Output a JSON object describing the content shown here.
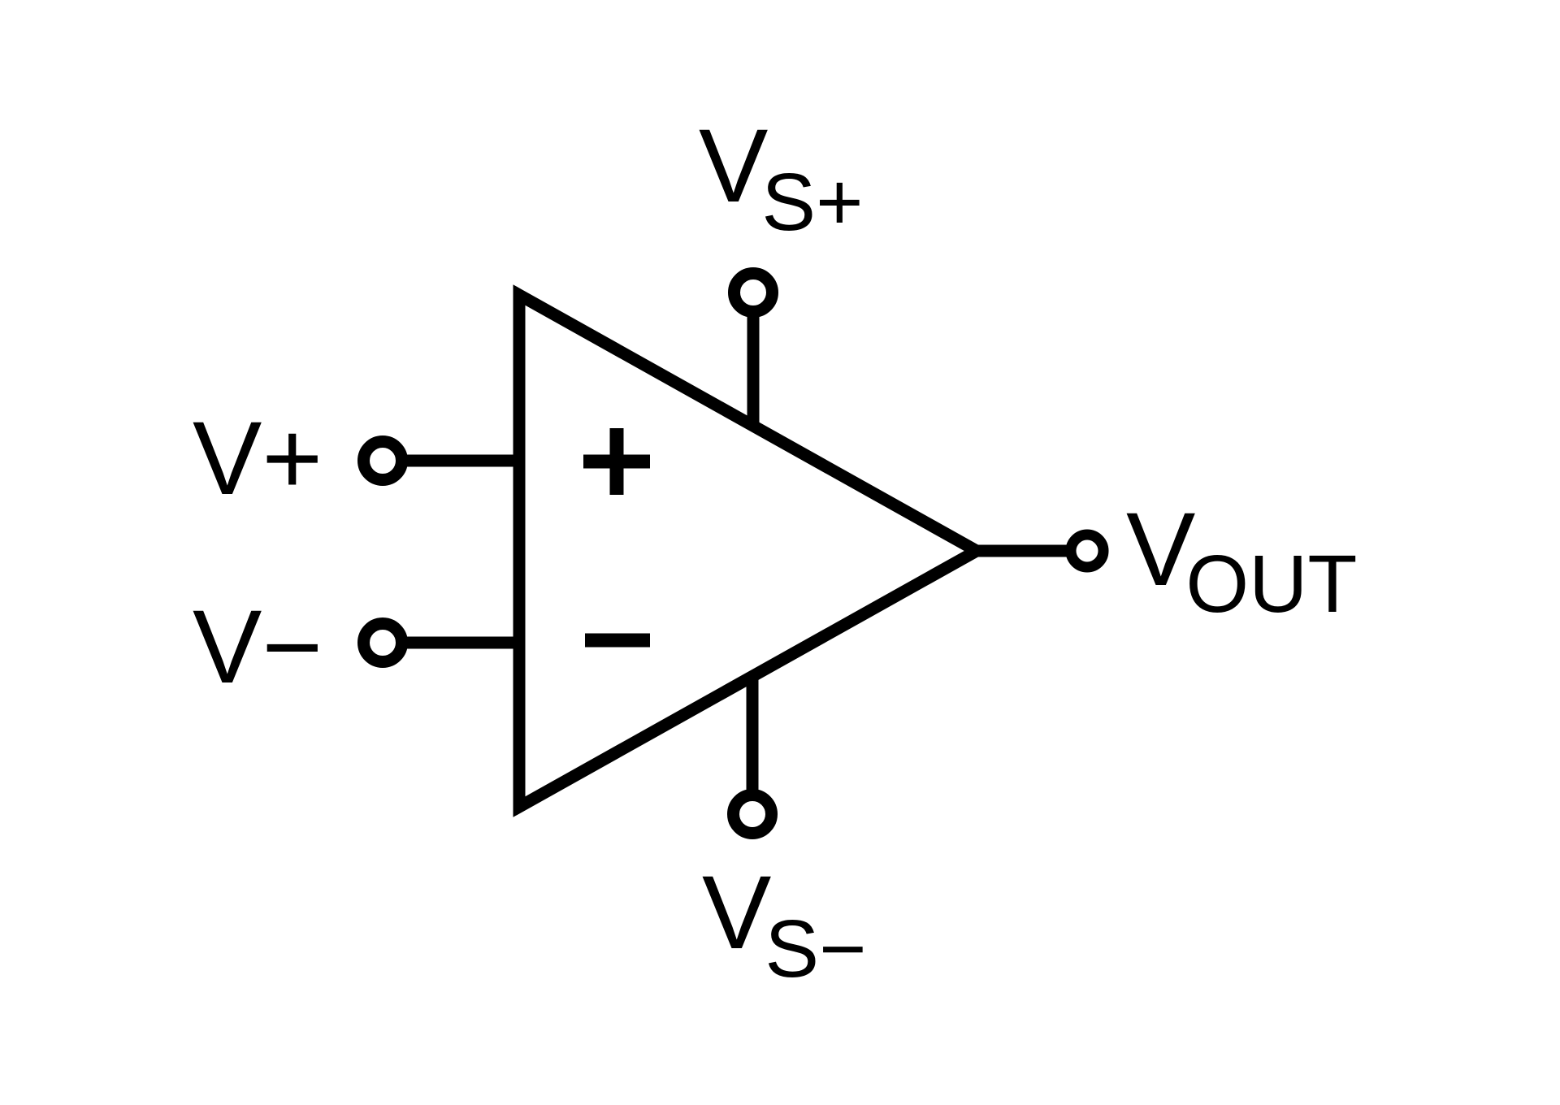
{
  "colors": {
    "ink": "#000000",
    "background": "#ffffff"
  },
  "diagram": {
    "kind": "operational-amplifier-symbol",
    "labels": {
      "noninverting_input": "V+",
      "inverting_input": "V−",
      "positive_supply": {
        "main": "V",
        "sub": "S+"
      },
      "negative_supply": {
        "main": "V",
        "sub": "S−"
      },
      "output": {
        "main": "V",
        "sub": "OUT"
      }
    },
    "markers": {
      "noninverting": "+",
      "inverting": "−"
    },
    "icons": {
      "terminal": "open-circle-terminal",
      "body": "right-pointing-triangle"
    }
  }
}
